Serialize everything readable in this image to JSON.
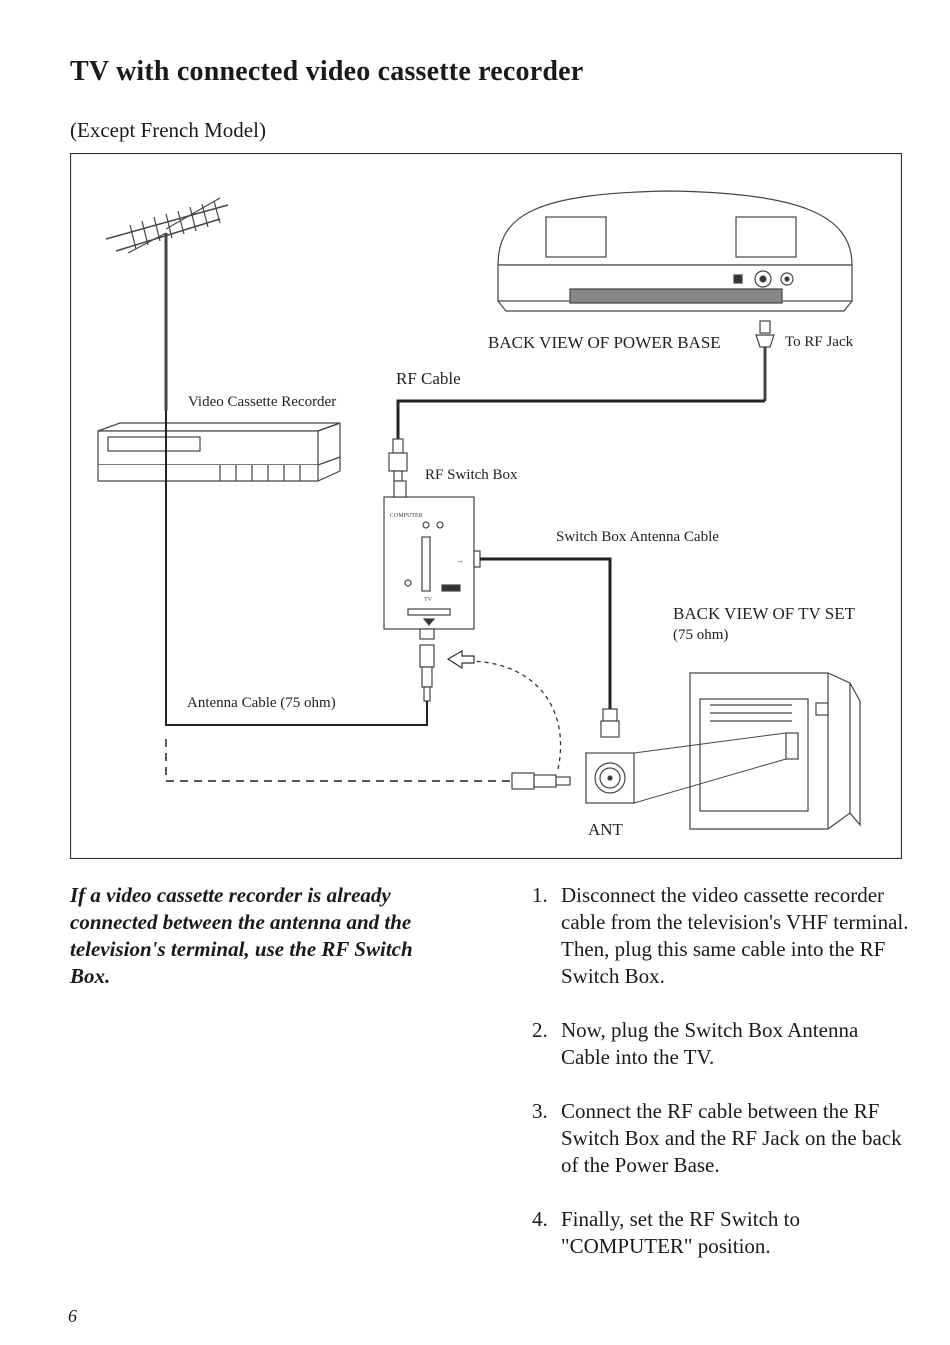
{
  "heading": "TV with connected video cassette recorder",
  "subheading": "(Except French Model)",
  "figure_labels": {
    "back_view_power_base": "BACK VIEW OF POWER BASE",
    "to_rf_jack": "To RF Jack",
    "rf_cable": "RF Cable",
    "vcr": "Video Cassette Recorder",
    "rf_switch_box": "RF Switch Box",
    "switch_box_antenna_cable": "Switch Box Antenna Cable",
    "back_view_tv_line1": "BACK VIEW OF TV SET",
    "back_view_tv_line2": "(75 ohm)",
    "antenna_cable": "Antenna Cable (75 ohm)",
    "ant": "ANT"
  },
  "note": "If a video cassette recorder is already connected between the antenna and the television's terminal, use the  RF Switch Box.",
  "steps": [
    {
      "num": "1.",
      "text": "Disconnect the video cassette recorder cable from the television's VHF terminal. Then, plug this same cable into the RF Switch Box."
    },
    {
      "num": "2.",
      "text": "Now, plug the Switch Box Antenna Cable into the TV."
    },
    {
      "num": "3.",
      "text": "Connect the RF cable between the RF Switch Box and the RF Jack on the back of the Power Base."
    },
    {
      "num": "4.",
      "text": "Finally, set the RF Switch to \"COMPUTER\" position."
    }
  ],
  "page_number": "6"
}
